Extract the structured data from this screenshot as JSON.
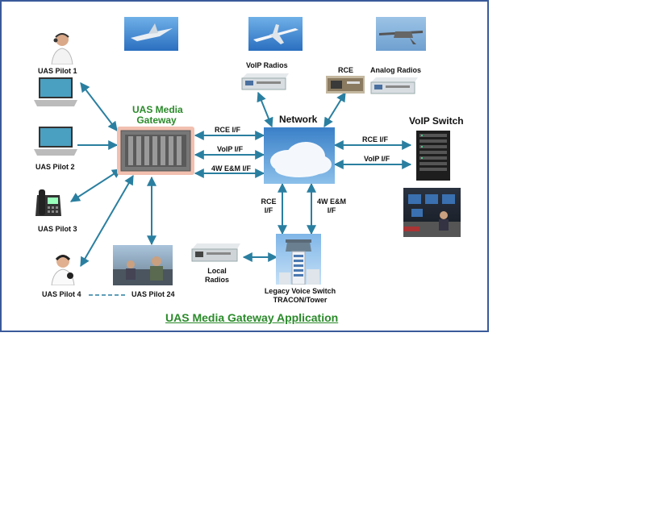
{
  "title": "UAS Media Gateway Application",
  "labels": {
    "pilot1": "UAS Pilot 1",
    "pilot2": "UAS Pilot 2",
    "pilot3": "UAS Pilot 3",
    "pilot4": "UAS Pilot 4",
    "pilot24": "UAS Pilot 24",
    "pilot_range": "- - - - - - - -",
    "gateway_line1": "UAS Media",
    "gateway_line2": "Gateway",
    "network": "Network",
    "voip_radios": "VoIP Radios",
    "rce_device": "RCE",
    "analog_radios": "Analog Radios",
    "voip_switch": "VoIP Switch",
    "local_radios_line1": "Local",
    "local_radios_line2": "Radios",
    "legacy_line1": "Legacy Voice Switch",
    "legacy_line2": "TRACON/Tower"
  },
  "links": {
    "gw_rce": "RCE  I/F",
    "gw_voip": "VoIP  I/F",
    "gw_4w": "4W  E&M I/F",
    "sw_rce": "RCE  I/F",
    "sw_voip": "VoIP  I/F",
    "leg_rce_1": "RCE",
    "leg_rce_2": "I/F",
    "leg_4w_1": "4W  E&M",
    "leg_4w_2": "I/F"
  },
  "colors": {
    "arrow": "#2a7fa0",
    "frame": "#3a5a9a",
    "green": "#2a8a2a"
  }
}
